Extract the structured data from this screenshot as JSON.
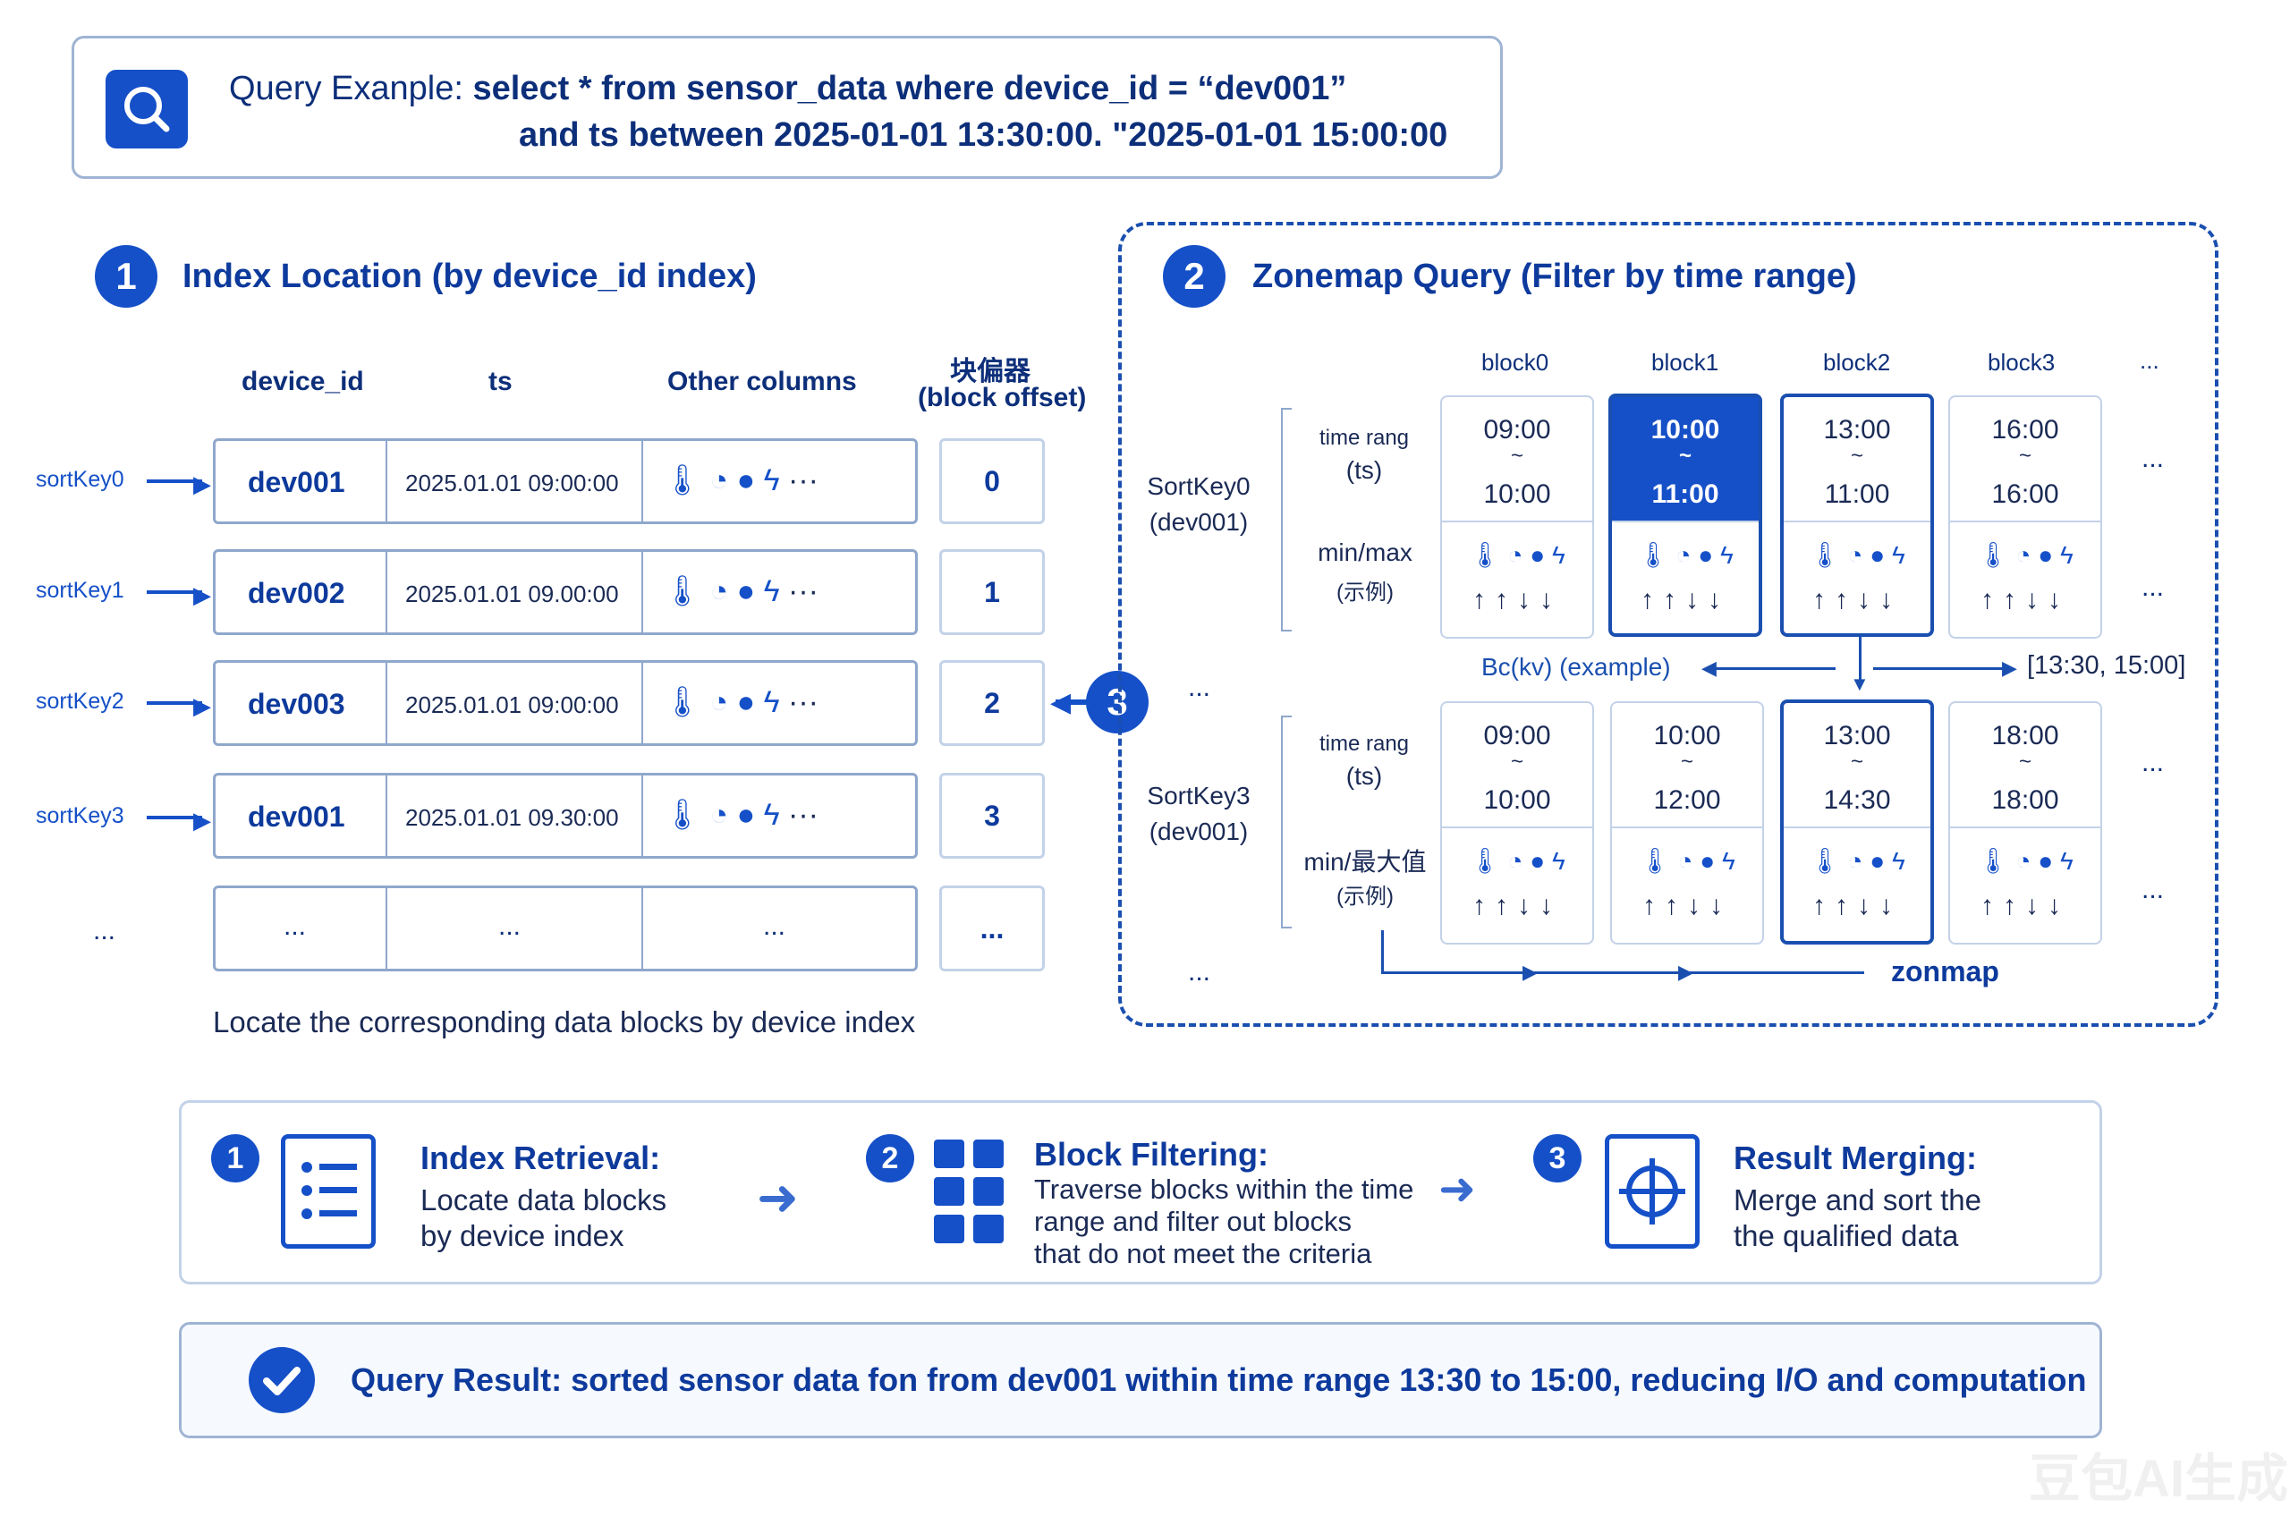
{
  "query": {
    "label": "Query Exanple:",
    "line1": "select * from sensor_data where device_id = “dev001”",
    "line2": "and ts between 2025-01-01 13:30:00. \"2025-01-01 15:00:00"
  },
  "section1": {
    "number": "1",
    "title": "Index Location (by device_id index)",
    "col_device": "device_id",
    "col_ts": "ts",
    "col_other": "Other columns",
    "col_offset_cn": "块偏器",
    "col_offset_en": "(block offset)",
    "rows": [
      {
        "key": "sortKey0",
        "device": "dev001",
        "ts": "2025.01.01 09:00:00",
        "offset": "0"
      },
      {
        "key": "sortKey1",
        "device": "dev002",
        "ts": "2025.01.01 09.00:00",
        "offset": "1"
      },
      {
        "key": "sortKey2",
        "device": "dev003",
        "ts": "2025.01.01 09:00:00",
        "offset": "2"
      },
      {
        "key": "sortKey3",
        "device": "dev001",
        "ts": "2025.01.01 09.30:00",
        "offset": "3"
      }
    ],
    "more_row": {
      "key": "...",
      "device": "...",
      "ts": "...",
      "other": "...",
      "offset": "..."
    },
    "caption": "Locate the corresponding data blocks by device index",
    "pointer_number": "3"
  },
  "section2": {
    "number": "2",
    "title": "Zonemap Query (Filter by time range)",
    "block_headers": [
      "block0",
      "block1",
      "block2",
      "block3",
      "..."
    ],
    "group1": {
      "key": "SortKey0",
      "device": "(dev001)",
      "time_label": "time rang",
      "time_label2": "(ts)",
      "mm_label": "min/max",
      "mm_label2": "(示例)",
      "blocks": [
        {
          "start": "09:00",
          "end": "10:00"
        },
        {
          "start": "10:00",
          "end": "11:00"
        },
        {
          "start": "13:00",
          "end": "11:00"
        },
        {
          "start": "16:00",
          "end": "16:00"
        }
      ],
      "tilde": "~"
    },
    "group2": {
      "key": "SortKey3",
      "device": "(dev001)",
      "time_label": "time rang",
      "time_label2": "(ts)",
      "mm_label": "min/最大值",
      "mm_label2": "(示例)",
      "blocks": [
        {
          "start": "09:00",
          "end": "10:00"
        },
        {
          "start": "10:00",
          "end": "12:00"
        },
        {
          "start": "13:00",
          "end": "14:30"
        },
        {
          "start": "18:00",
          "end": "18:00"
        }
      ],
      "tilde": "~"
    },
    "middle_label": "Bc(kv) (example)",
    "range_label": "[13:30, 15:00]",
    "zonemap_label": "zonmap",
    "ellipsis": "...",
    "icons": "🌡 ◔ ● ϟ",
    "arrows": "↑↑↓↓"
  },
  "steps": [
    {
      "number": "1",
      "title": "Index Retrieval:",
      "lines": [
        "Locate data blocks",
        "by device index"
      ]
    },
    {
      "number": "2",
      "title": "Block Filtering:",
      "lines": [
        "Traverse blocks within the time",
        "range and filter out blocks",
        "that do not meet the criteria"
      ]
    },
    {
      "number": "3",
      "title": "Result Merging:",
      "lines": [
        "Merge and sort the",
        "the qualified data"
      ]
    }
  ],
  "result": {
    "label": "Query Result:",
    "text": "sorted sensor data fon from dev001 within time range 13:30 to 15:00, reducing I/O and computation"
  },
  "watermark": "豆包AI生成",
  "colors": {
    "accent": "#1550c8",
    "dark": "#0d3a9c",
    "border": "#8fa7cc"
  }
}
